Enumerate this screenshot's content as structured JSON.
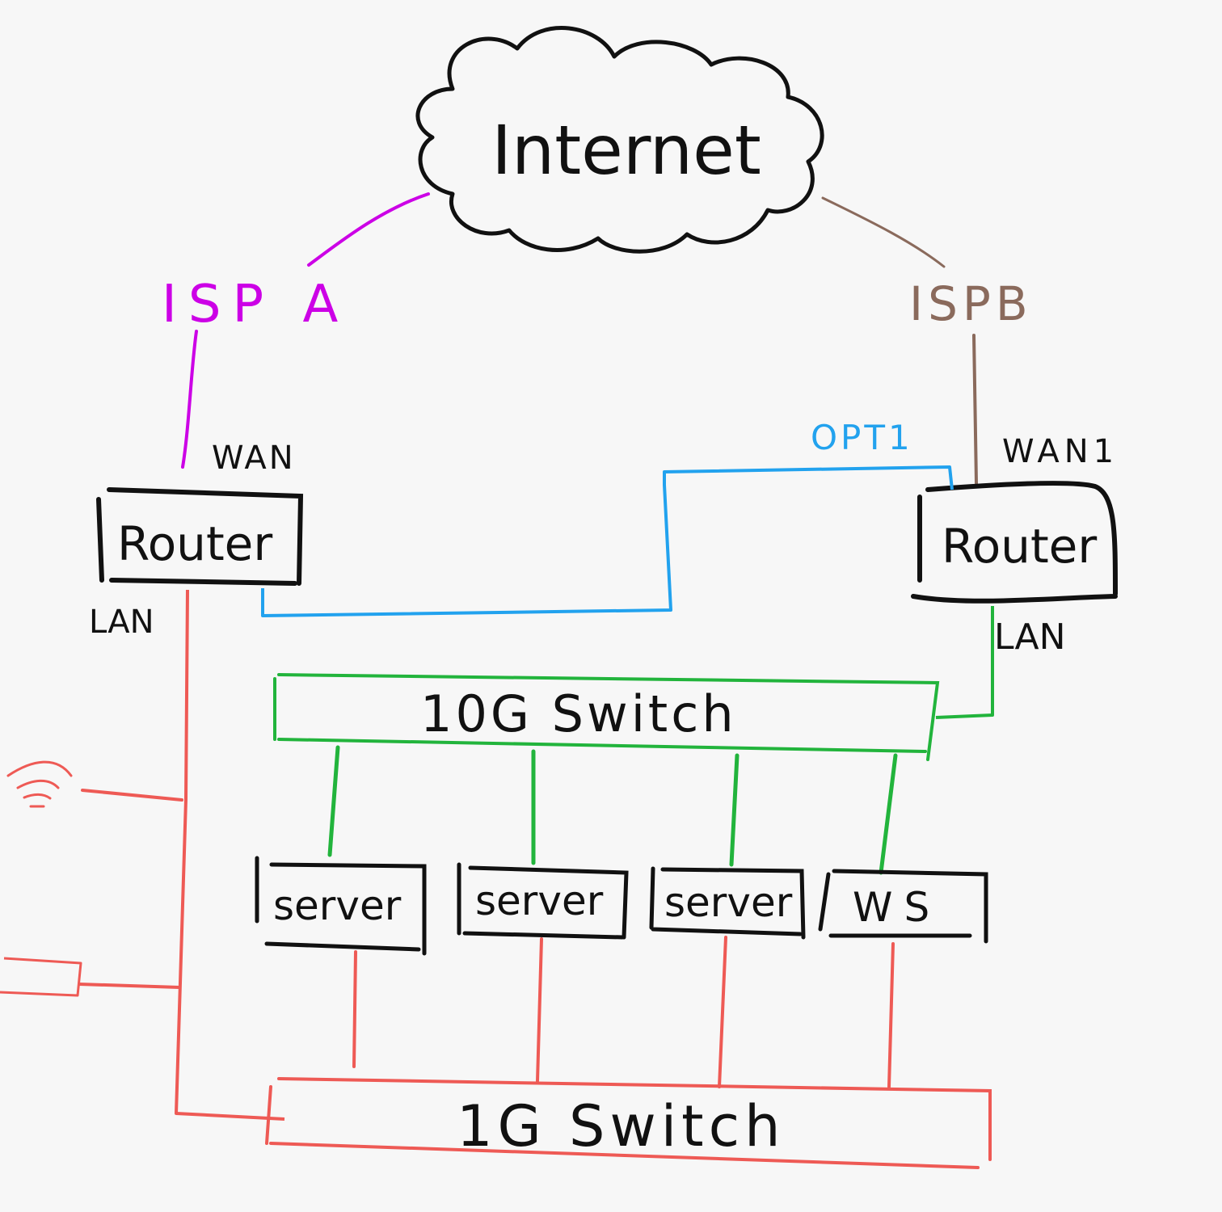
{
  "cloud": {
    "label": "Internet"
  },
  "isps": [
    {
      "label": "ISP A",
      "color": "#cc00e6"
    },
    {
      "label": "ISPB",
      "color": "#8a6a5c"
    }
  ],
  "routers": [
    {
      "label": "Router",
      "wan_label": "WAN",
      "lan_label": "LAN"
    },
    {
      "label": "Router",
      "wan_label": "WAN1",
      "lan_label": "LAN",
      "opt_label": "OPT1"
    }
  ],
  "switches": {
    "ten_g": {
      "label": "10G Switch",
      "color": "#22b43c"
    },
    "one_g": {
      "label": "1G Switch",
      "color": "#ee5a55"
    }
  },
  "hosts": [
    {
      "label": "server"
    },
    {
      "label": "server"
    },
    {
      "label": "server"
    },
    {
      "label": "WS"
    }
  ],
  "colors": {
    "ink": "#111111",
    "opt_link": "#22a2ee",
    "background": "#f7f7f7"
  },
  "icons": [
    "wifi-icon",
    "device-icon"
  ]
}
